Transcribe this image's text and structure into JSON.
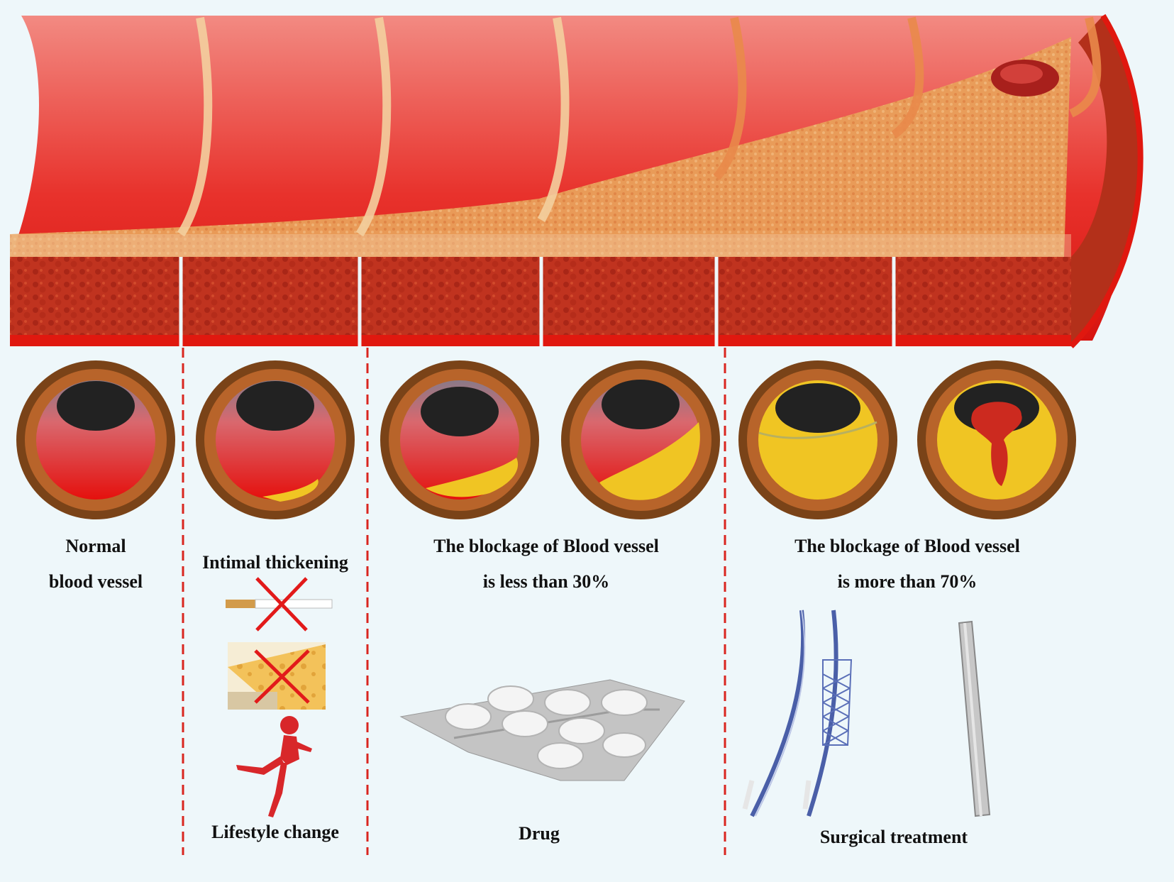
{
  "stages": [
    {
      "id": "normal",
      "line1": "Normal",
      "line2": "blood vessel"
    },
    {
      "id": "intimal",
      "line1": "Intimal thickening"
    },
    {
      "id": "less30",
      "line1": "The blockage of Blood vessel",
      "line2": "is less than 30%"
    },
    {
      "id": "more70",
      "line1": "The blockage of Blood vessel",
      "line2": "is more than 70%"
    }
  ],
  "treatments": {
    "lifestyle": "Lifestyle change",
    "drug": "Drug",
    "surgical": "Surgical treatment"
  },
  "icons": [
    "cigarette-icon",
    "cheese-icon",
    "running-person-icon",
    "pill-blister-icon",
    "stent-icon",
    "graft-tube-icon"
  ],
  "colors": {
    "background": "#eef7fa",
    "vessel_red": "#e52622",
    "vessel_wall": "#8a4a1e",
    "plaque_yellow": "#f0c523",
    "divider_red": "#d9251f"
  }
}
